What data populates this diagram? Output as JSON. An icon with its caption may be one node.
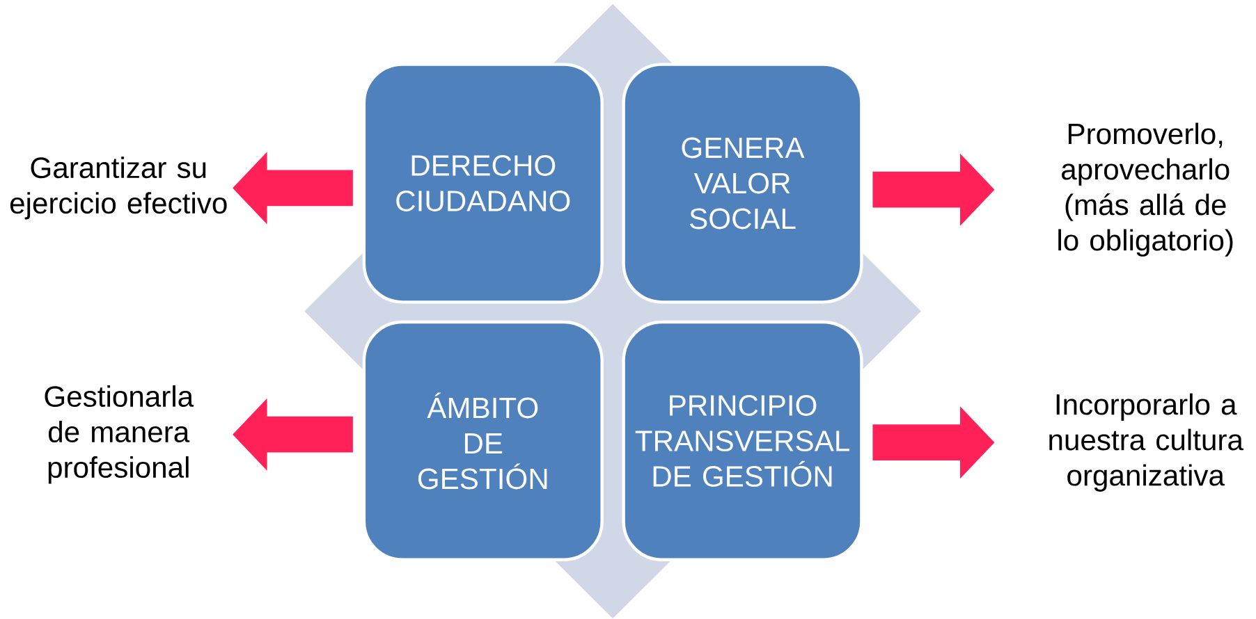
{
  "diagram": {
    "nodes": [
      {
        "text": [],
        "shape": "diamond"
      },
      {
        "text": [
          "DERECHO CIUDADANO"
        ],
        "in": 0
      },
      {
        "text": [
          "GENERA VALOR SOCIAL"
        ],
        "in": 0
      },
      {
        "text": [
          "ÁMBITO DE GESTIÓN"
        ],
        "in": 0
      },
      {
        "text": [
          "PRINCIPIO TRANSVERSAL DE GESTIÓN"
        ],
        "in": 0
      },
      {
        "text": [
          "Garantizar su ejercicio efectivo"
        ]
      },
      {
        "text": [
          "Promoverlo, aprovecharlo (más allá de lo obligatorio)"
        ]
      },
      {
        "text": [
          "Gestionarla de manera profesional"
        ]
      },
      {
        "text": [
          "Incorporarlo a nuestra cultura organizativa"
        ]
      }
    ],
    "edges": [
      {
        "from": 1,
        "to": 5,
        "arrow": "to"
      },
      {
        "from": 2,
        "to": 6,
        "arrow": "to"
      },
      {
        "from": 3,
        "to": 7,
        "arrow": "to"
      },
      {
        "from": 4,
        "to": 8,
        "arrow": "to"
      }
    ]
  }
}
